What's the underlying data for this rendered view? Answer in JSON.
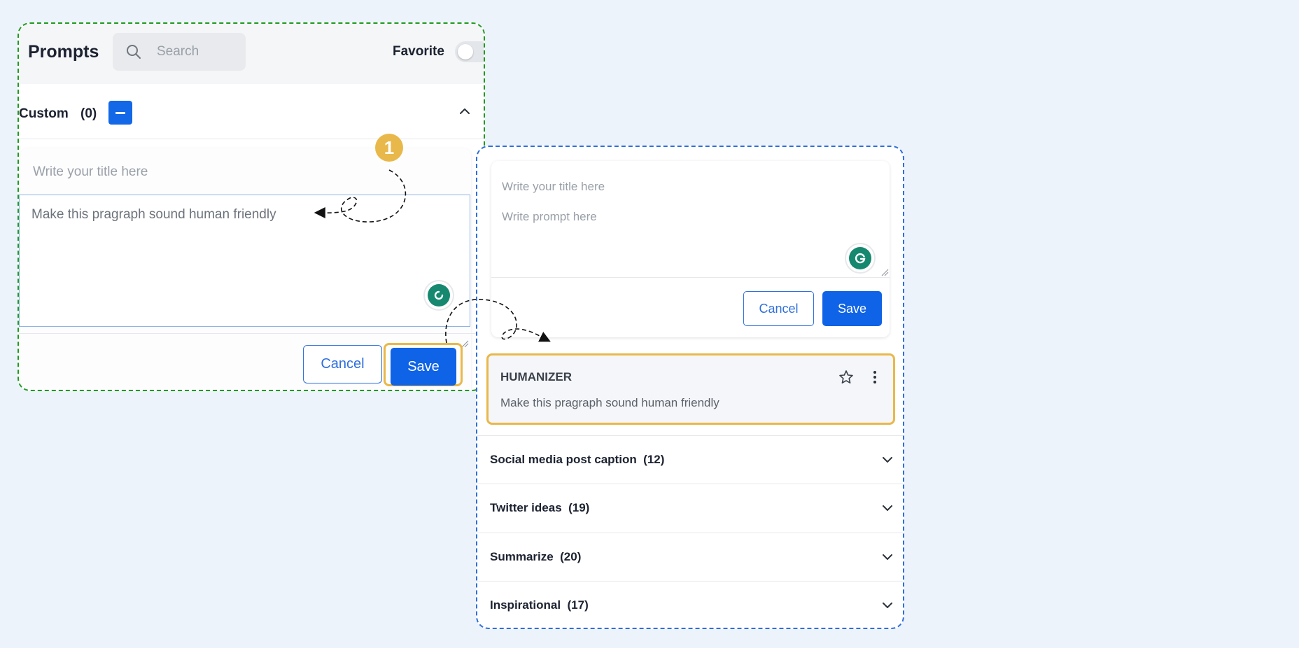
{
  "left_panel": {
    "title": "Prompts",
    "search": {
      "placeholder": "Search"
    },
    "favorite": {
      "label": "Favorite",
      "enabled": false
    },
    "custom": {
      "label": "Custom",
      "count": "(0)"
    },
    "form": {
      "title_placeholder": "Write your title here",
      "prompt_value": "Make this pragraph sound human friendly",
      "cancel_label": "Cancel",
      "save_label": "Save"
    }
  },
  "step_badge": "1",
  "right_panel": {
    "form": {
      "title_placeholder": "Write your title here",
      "prompt_placeholder": "Write prompt here",
      "cancel_label": "Cancel",
      "save_label": "Save"
    },
    "saved_prompt": {
      "title": "HUMANIZER",
      "text": "Make this pragraph sound human friendly"
    },
    "categories": [
      {
        "label": "Social media post caption  (12)"
      },
      {
        "label": "Twitter ideas  (19)"
      },
      {
        "label": "Summarize  (20)"
      },
      {
        "label": "Inspirational  (17)"
      }
    ]
  },
  "colors": {
    "background": "#edf3fb",
    "left_outline": "#1e9b1e",
    "right_outline": "#2f6fdc",
    "highlight": "#e9b84a",
    "primary_button": "#0f63e6",
    "grammarly": "#15886f"
  },
  "icons": [
    "search-icon",
    "chevron-up-icon",
    "minus-icon",
    "grammarly-icon",
    "star-icon",
    "more-vertical-icon",
    "chevron-down-icon",
    "resize-handle-icon"
  ]
}
